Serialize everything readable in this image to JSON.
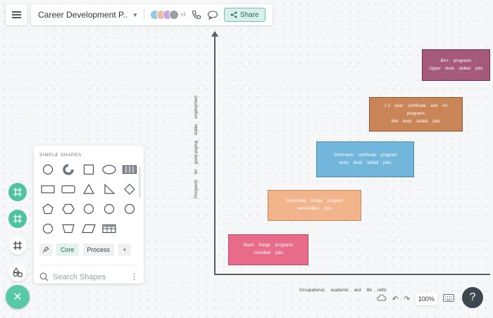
{
  "header": {
    "doc_title": "Career Development P...",
    "more_collaborators": "+2",
    "share_label": "Share",
    "collaborator_colors": [
      "#8fc8e8",
      "#f4b8a6",
      "#c9a6e0",
      "#9d9da0"
    ]
  },
  "shapes_panel": {
    "title": "SIMPLE SHAPES",
    "tabs": {
      "core": "Core",
      "process": "Process",
      "add": "+"
    },
    "search_placeholder": "Search Shapes"
  },
  "diagram": {
    "y_axis_label": "Prospects for good-paying stable employment",
    "x_axis_label": "Occupational, academic and life skills",
    "boxes": [
      {
        "line1": "Basic bridge programs",
        "line2": "Unskilled jobs",
        "fill": "#e96b8a",
        "border": "#b94a68",
        "text": "#ffffff"
      },
      {
        "line1": "Secondary bridge program",
        "line2": "semi-skilled jobs",
        "fill": "#f2b48a",
        "border": "#c7835a",
        "text": "#ffffff"
      },
      {
        "line1": "Short-term certificate program",
        "line2": "entry level skilled jobs",
        "fill": "#73b6db",
        "border": "#4a89ad",
        "text": "#ffffff"
      },
      {
        "line1": "1-2 year certificate and AA",
        "line2": "programs",
        "line3": "Mid level skilled jobs",
        "fill": "#c98457",
        "border": "#8f5632",
        "text": "#ffffff"
      },
      {
        "line1": "BA+ programs",
        "line2": "Upper level skilled jobs",
        "fill": "#a45a78",
        "border": "#713751",
        "text": "#ffffff"
      }
    ]
  },
  "bottom": {
    "zoom": "100%",
    "help": "?"
  },
  "colors": {
    "accent": "#4fc3a1",
    "share_bg": "#d8f0ea"
  }
}
